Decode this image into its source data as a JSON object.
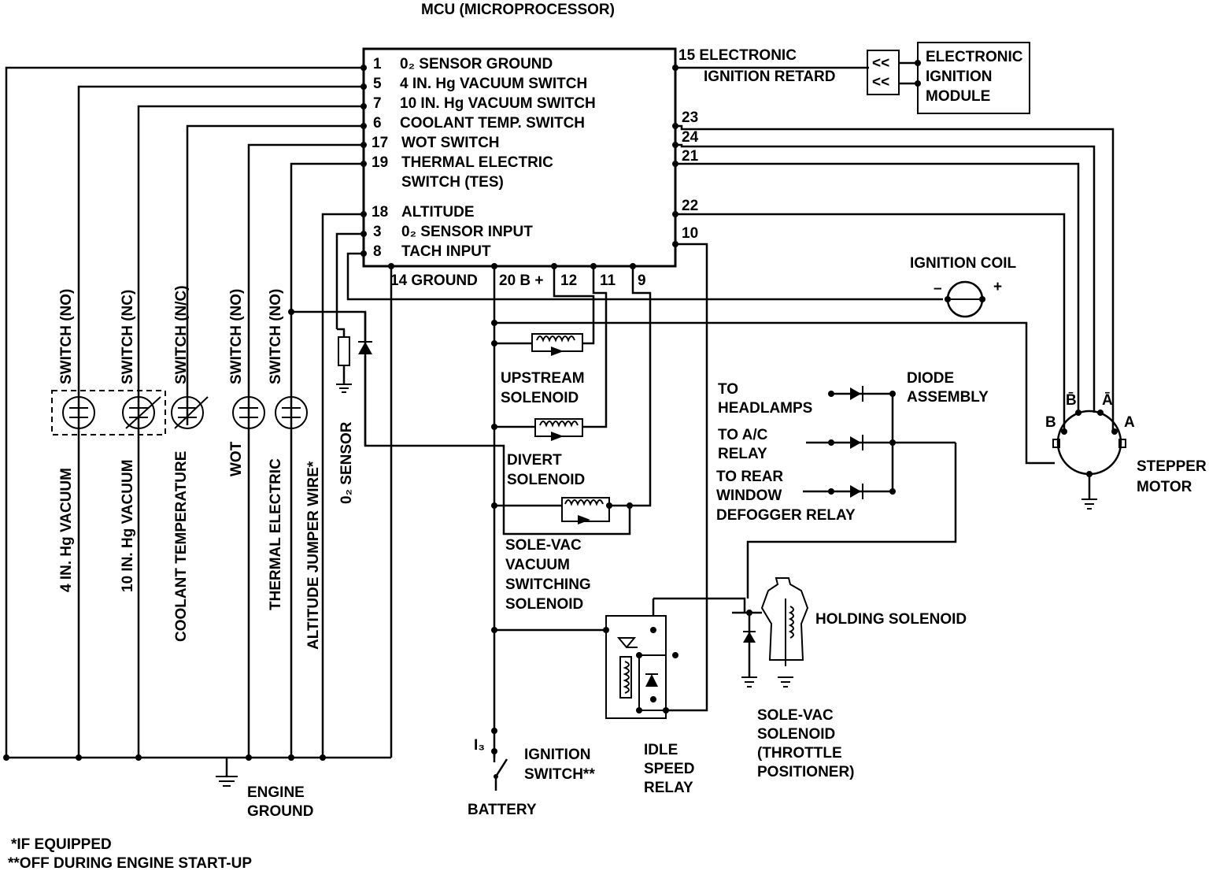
{
  "mcu": {
    "title": "MCU (MICROPROCESSOR)",
    "left_pins": [
      {
        "num": "1",
        "label": "0₂ SENSOR GROUND"
      },
      {
        "num": "5",
        "label": "4 IN. Hg VACUUM SWITCH"
      },
      {
        "num": "7",
        "label": "10 IN. Hg VACUUM SWITCH"
      },
      {
        "num": "6",
        "label": "COOLANT TEMP. SWITCH"
      },
      {
        "num": "17",
        "label": "WOT   SWITCH"
      },
      {
        "num": "19",
        "label": "THERMAL  ELECTRIC"
      },
      {
        "num": "",
        "label": "SWITCH (TES)"
      },
      {
        "num": "18",
        "label": "ALTITUDE"
      },
      {
        "num": "3",
        "label": "0₂  SENSOR INPUT"
      },
      {
        "num": "8",
        "label": "TACH INPUT"
      }
    ],
    "bottom_pins": [
      "14 GROUND",
      "20 B +",
      "12",
      "11",
      "9"
    ],
    "right_pins": [
      "15 ELECTRONIC",
      "23",
      "24",
      "21",
      "22",
      "10"
    ],
    "ignition_retard": "IGNITION  RETARD"
  },
  "switches": [
    {
      "top": "SWITCH (NO)",
      "bottom": "4 IN. Hg VACUUM"
    },
    {
      "top": "SWITCH (NC)",
      "bottom": "10 IN. Hg VACUUM"
    },
    {
      "top": "SWITCH (N/C)",
      "bottom": "COOLANT TEMPERATURE"
    },
    {
      "top": "SWITCH (NO)",
      "bottom": "WOT"
    },
    {
      "top": "SWITCH (NO)",
      "bottom": "THERMAL   ELECTRIC"
    }
  ],
  "altitude_jumper": "ALTITUDE JUMPER WIRE*",
  "o2_sensor": "0₂ SENSOR",
  "electronic_ignition_module": [
    "ELECTRONIC",
    "IGNITION",
    "MODULE"
  ],
  "ignition_coil": {
    "label": "IGNITION COIL",
    "minus": "–",
    "plus": "+"
  },
  "upstream_solenoid": [
    "UPSTREAM",
    "SOLENOID"
  ],
  "divert_solenoid": [
    "DIVERT",
    "SOLENOID"
  ],
  "sole_vac_switching": [
    "SOLE-VAC",
    "VACUUM",
    "SWITCHING",
    "SOLENOID"
  ],
  "diode_assembly": [
    "DIODE",
    "ASSEMBLY"
  ],
  "to_headlamps": [
    "TO",
    "HEADLAMPS"
  ],
  "to_ac_relay": [
    "TO A/C",
    "RELAY"
  ],
  "to_rear_window": [
    "TO REAR",
    "WINDOW",
    "DEFOGGER RELAY"
  ],
  "stepper_motor": {
    "label": [
      "STEPPER",
      "MOTOR"
    ],
    "pins": [
      "B",
      "B̄",
      "Ā",
      "A"
    ]
  },
  "holding_solenoid": "HOLDING SOLENOID",
  "sole_vac_throttle": [
    "SOLE-VAC",
    "SOLENOID",
    "(THROTTLE",
    "POSITIONER)"
  ],
  "idle_speed_relay": [
    "IDLE",
    "SPEED",
    "RELAY"
  ],
  "ignition_switch": {
    "terminal": "I₃",
    "label": [
      "IGNITION",
      "SWITCH**"
    ]
  },
  "battery": "BATTERY",
  "engine_ground": [
    "ENGINE",
    "GROUND"
  ],
  "footnotes": [
    "*IF EQUIPPED",
    "**OFF DURING ENGINE START-UP"
  ]
}
